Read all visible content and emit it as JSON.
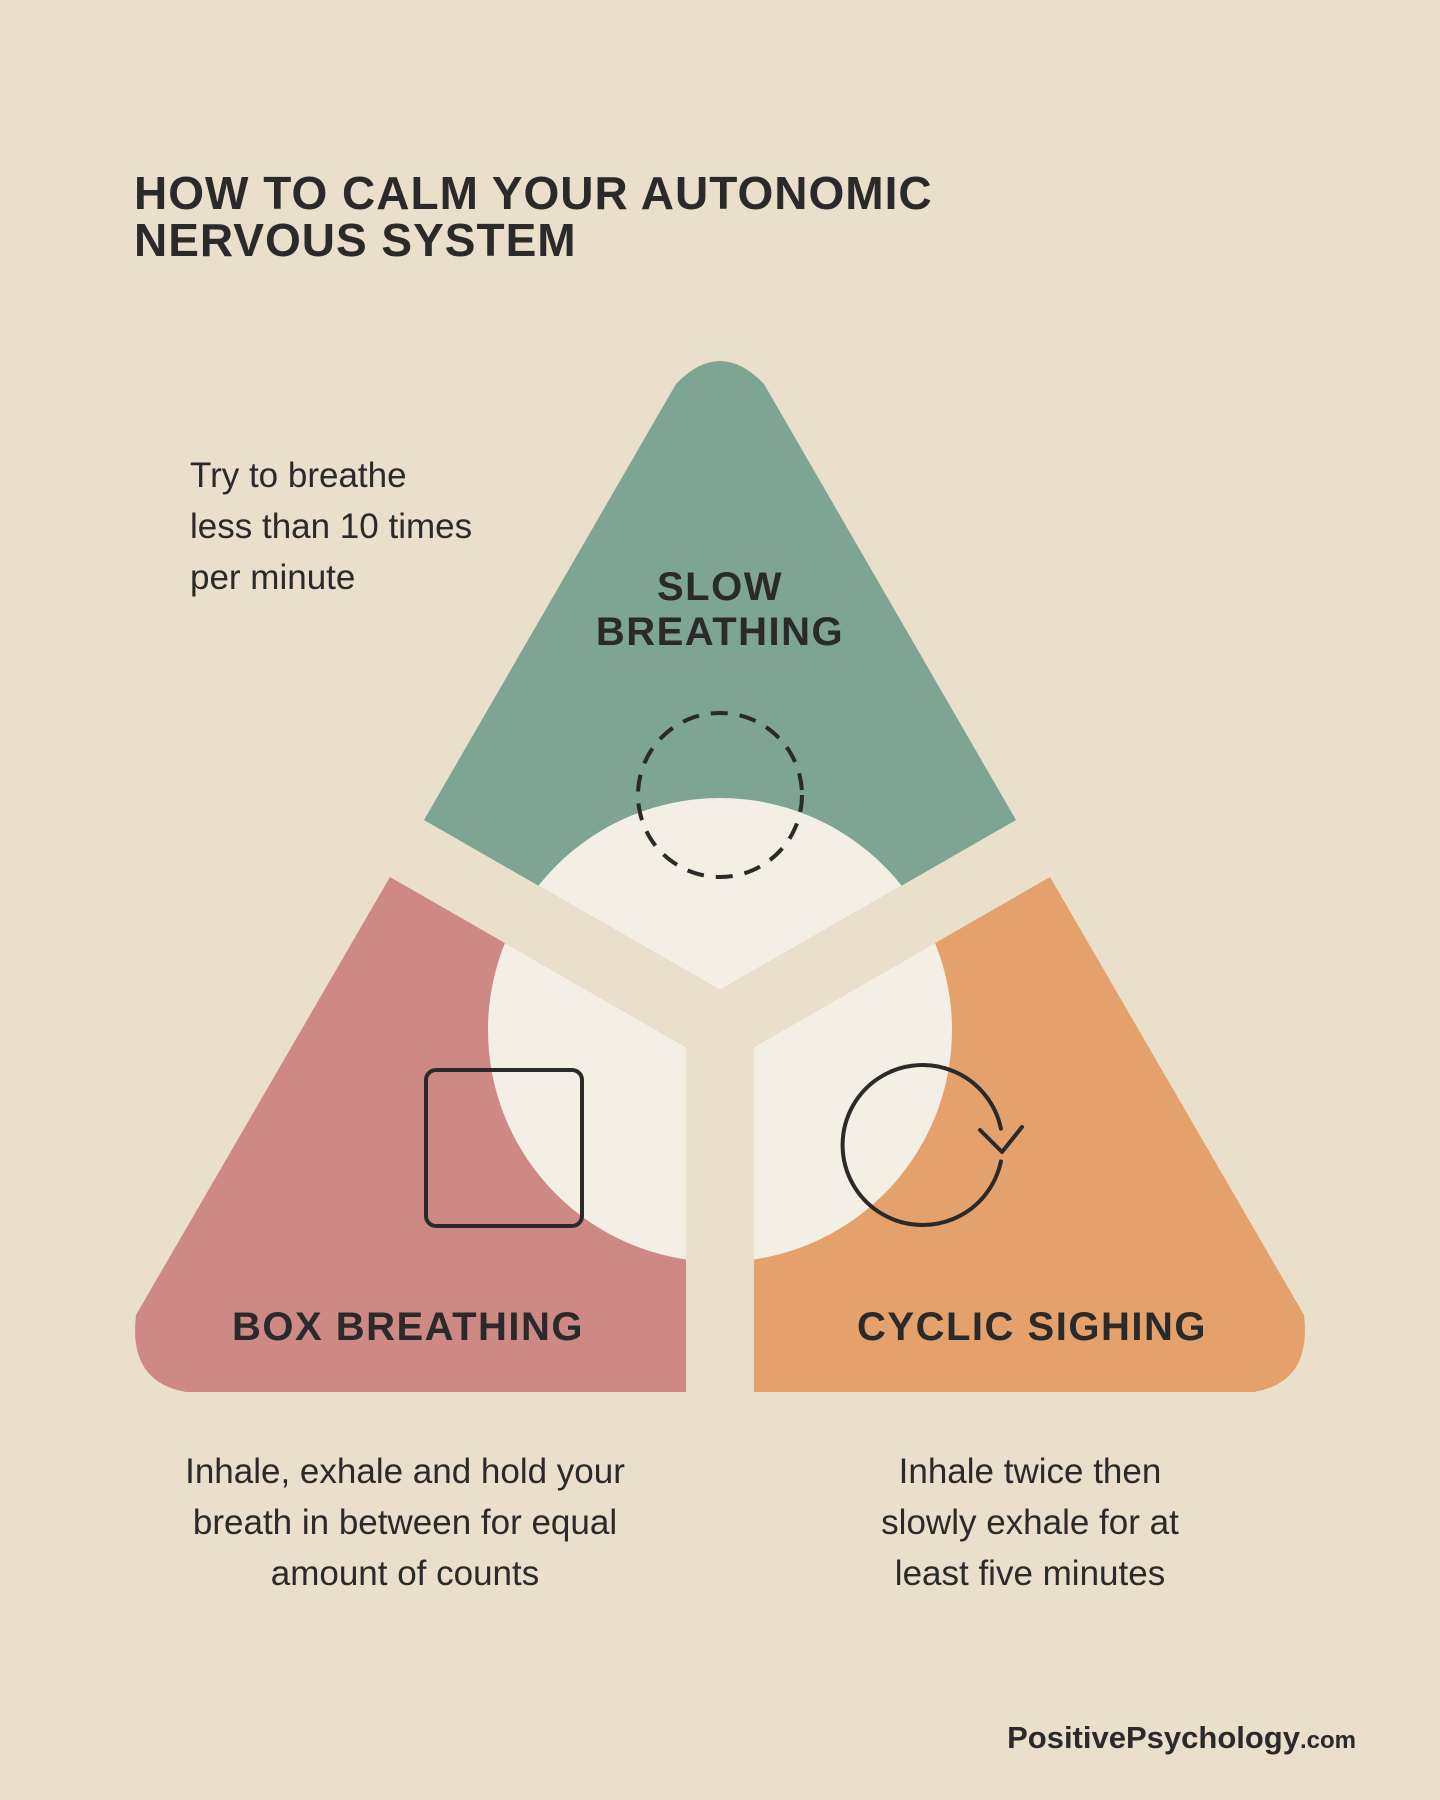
{
  "title": {
    "line1": "HOW TO CALM YOUR AUTONOMIC",
    "line2": "NERVOUS SYSTEM"
  },
  "segments": {
    "slow": {
      "label_line1": "SLOW",
      "label_line2": "BREATHING",
      "icon": "dashed-circle-icon",
      "color": "#7ea594",
      "description": [
        "Try to breathe",
        "less than 10 times",
        "per minute"
      ]
    },
    "box": {
      "label": "BOX BREATHING",
      "icon": "square-icon",
      "color": "#cf8985",
      "description": [
        "Inhale, exhale and hold your",
        "breath in between for equal",
        "amount of counts"
      ]
    },
    "cyclic": {
      "label": "CYCLIC SIGHING",
      "icon": "cycle-arrow-icon",
      "color": "#e4a16b",
      "description": [
        "Inhale twice then",
        "slowly exhale for at",
        "least five minutes"
      ]
    }
  },
  "colors": {
    "background": "#e9dfca",
    "center_circle": "#f3efe4",
    "text": "#2a2a2a"
  },
  "brand": {
    "name": "PositivePsychology",
    "suffix": ".com"
  }
}
